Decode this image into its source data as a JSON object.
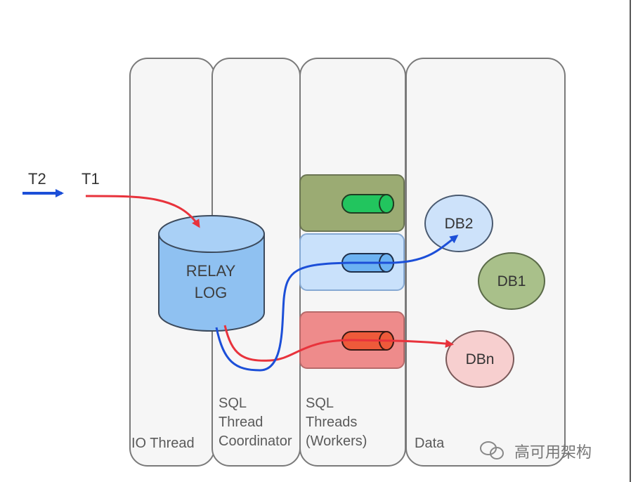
{
  "incoming": {
    "t2": "T2",
    "t1": "T1"
  },
  "lanes": {
    "io_thread": "IO Thread",
    "sql_coordinator": "SQL\nThread\nCoordinator",
    "sql_workers": "SQL\nThreads\n(Workers)",
    "data": "Data"
  },
  "relay_log": {
    "line1": "RELAY",
    "line2": "LOG"
  },
  "databases": {
    "db2": "DB2",
    "db1": "DB1",
    "dbn": "DBn"
  },
  "watermark": "高可用架构",
  "colors": {
    "t1_flow": "#e8333c",
    "t2_flow": "#1c4fd8",
    "relay_log": "#8fc1f1",
    "worker_green": "#9bab73",
    "worker_blue": "#c9e1fb",
    "worker_red": "#ee8b8b",
    "db2": "#cde2fa",
    "db1": "#a9c08a",
    "dbn": "#f7cfcf"
  }
}
